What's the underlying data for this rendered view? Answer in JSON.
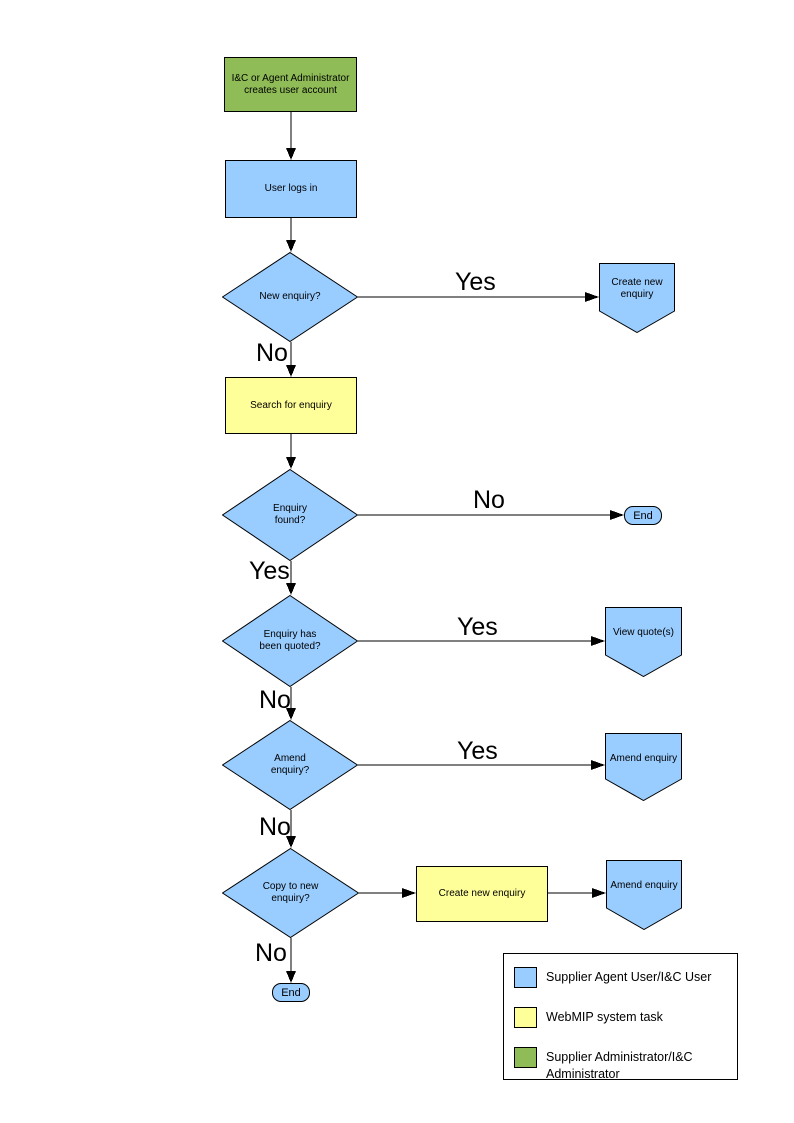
{
  "colors": {
    "user_task": "#99CCFF",
    "system_task": "#FFFF99",
    "admin_task": "#8FBC56",
    "line": "#000000"
  },
  "nodes": {
    "admin_creates_account": {
      "lines": [
        "I&C or Agent Administrator",
        "creates user account"
      ]
    },
    "user_logs_in": {
      "lines": [
        "User logs in"
      ]
    },
    "new_enquiry_q": {
      "lines": [
        "New enquiry?"
      ]
    },
    "create_new_enquiry_offpage": {
      "lines": [
        "Create new",
        "enquiry"
      ]
    },
    "search_for_enquiry": {
      "lines": [
        "Search for enquiry"
      ]
    },
    "enquiry_found_q": {
      "lines": [
        "Enquiry",
        "found?"
      ]
    },
    "end_right": {
      "lines": [
        "End"
      ]
    },
    "enquiry_quoted_q": {
      "lines": [
        "Enquiry has",
        "been quoted?"
      ]
    },
    "view_quotes_offpage": {
      "lines": [
        "View quote(s)"
      ]
    },
    "amend_enquiry_q": {
      "lines": [
        "Amend",
        "enquiry?"
      ]
    },
    "amend_enquiry_offpage_1": {
      "lines": [
        "Amend enquiry"
      ]
    },
    "copy_to_new_enquiry_q": {
      "lines": [
        "Copy to new",
        "enquiry?"
      ]
    },
    "create_new_enquiry_task": {
      "lines": [
        "Create new enquiry"
      ]
    },
    "amend_enquiry_offpage_2": {
      "lines": [
        "Amend enquiry"
      ]
    },
    "end_bottom": {
      "lines": [
        "End"
      ]
    }
  },
  "edge_labels": {
    "new_enquiry_yes": "Yes",
    "new_enquiry_no": "No",
    "enquiry_found_no": "No",
    "enquiry_found_yes": "Yes",
    "enquiry_quoted_yes": "Yes",
    "enquiry_quoted_no": "No",
    "amend_enquiry_yes": "Yes",
    "amend_enquiry_no": "No",
    "copy_to_new_no": "No"
  },
  "legend": {
    "items": [
      {
        "label": "Supplier Agent User/I&C User"
      },
      {
        "label": "WebMIP system task"
      },
      {
        "label": "Supplier Administrator/I&C Administrator"
      }
    ]
  }
}
